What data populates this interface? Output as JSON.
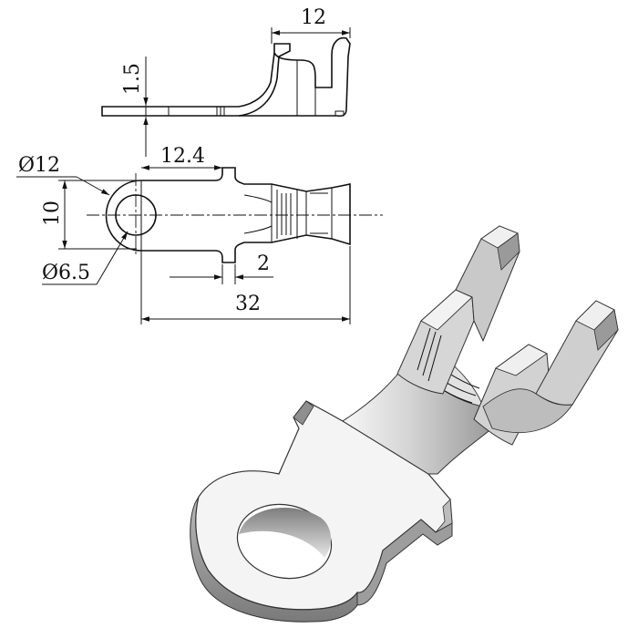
{
  "dimensions": {
    "side_length": "12",
    "thickness": "1.5",
    "ring_outer_diameter": "Ø12",
    "ring_width": "10",
    "ring_inner_diameter": "Ø6.5",
    "neck_offset": "12.4",
    "gap": "2",
    "overall_length": "32"
  },
  "colors": {
    "ink": "#111111",
    "metal_light": "#f4f4f4",
    "metal_mid": "#c8c8c8",
    "metal_dark": "#8a8a8a"
  }
}
